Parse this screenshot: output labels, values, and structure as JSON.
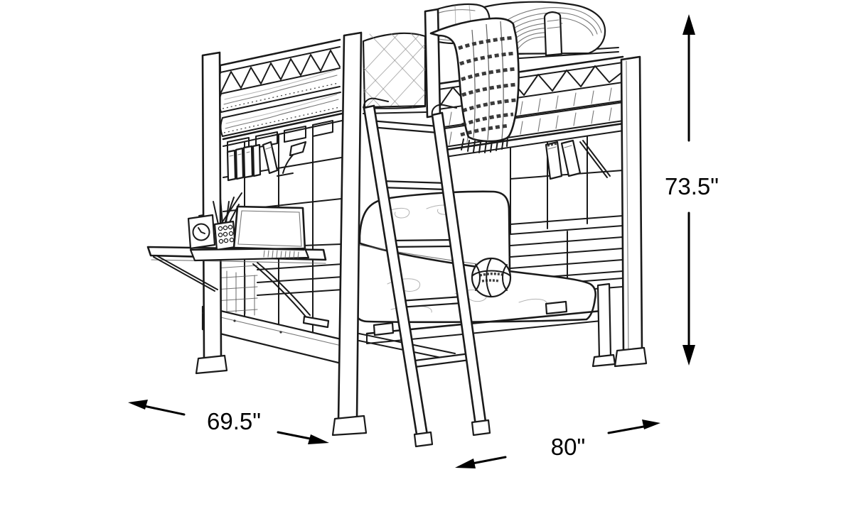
{
  "diagram": {
    "subject": "loft-bed-with-futon-desk-and-ladder",
    "style": "pencil-sketch-line-art",
    "background_color": "#ffffff",
    "ink_color": "#1a1a1a",
    "dimensions": {
      "height_label": "73.5\"",
      "depth_label": "69.5\"",
      "width_label": "80\""
    },
    "parts": [
      "bed-frame",
      "upper-mattress",
      "pillow",
      "rolled-duvet",
      "draped-blanket",
      "ladder",
      "futon",
      "basketball",
      "fold-out-desk",
      "laptop",
      "alarm-clock",
      "pencil-cup",
      "bookshelf-left",
      "bookshelf-right",
      "diagonal-brace",
      "slat-panels",
      "wire-basket",
      "desk-lamp"
    ]
  }
}
